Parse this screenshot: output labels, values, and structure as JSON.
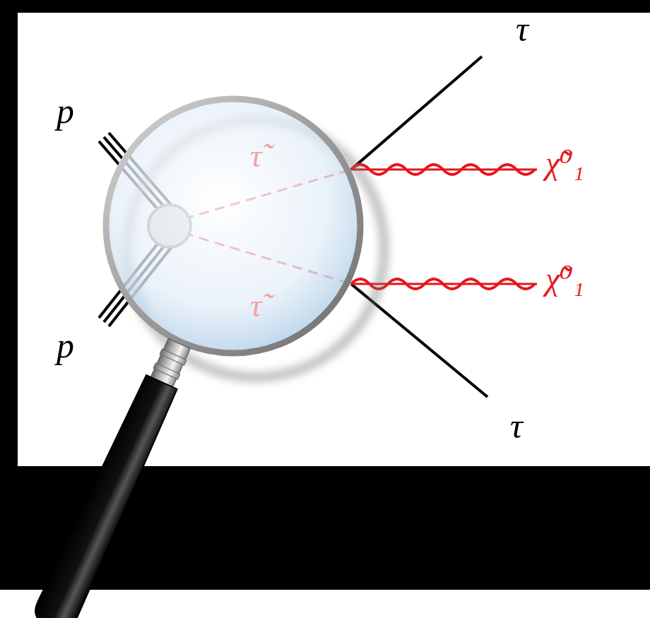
{
  "diagram": {
    "labels": [
      "τ",
      "p",
      "τ̃",
      "χ̃⁰₁",
      "χ̃⁰₁",
      "τ̃",
      "p",
      "τ"
    ]
  }
}
